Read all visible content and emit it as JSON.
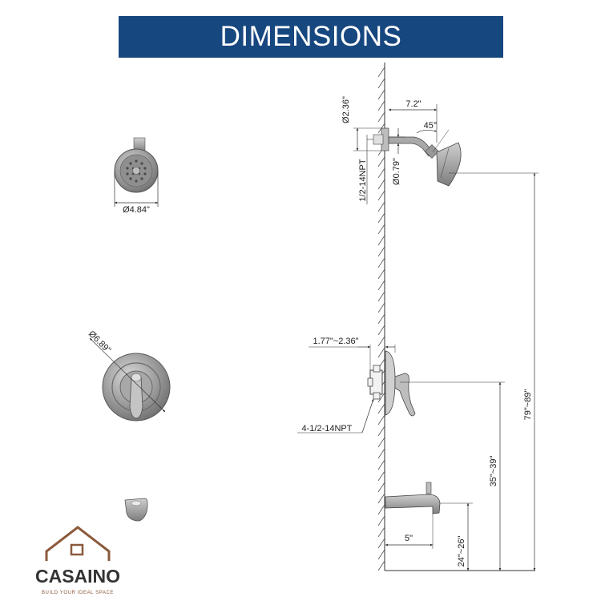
{
  "banner": {
    "title": "DIMENSIONS",
    "background": "#17477f",
    "text_color": "#ffffff"
  },
  "dimensions": {
    "head_diameter": "Ø4.84\"",
    "plate_diameter": "Ø6.89\"",
    "flange_diameter": "Ø2.36\"",
    "pipe_thread": "1/2-14NPT",
    "arm_diameter": "Ø0.79\"",
    "arm_length": "7.2\"",
    "arm_angle": "45°",
    "valve_depth": "1.77\"~2.36\"",
    "valve_thread": "4-1/2-14NPT",
    "head_height": "79\"~89\"",
    "valve_height": "35\"~39\"",
    "spout_height": "24\"~26\"",
    "spout_length": "5\""
  },
  "icons": [
    "shower-head-icon",
    "valve-trim-plate-icon",
    "tub-spout-icon",
    "house-logo-icon"
  ],
  "logo": {
    "brand": "CASAINO",
    "tagline": "BUILD YOUR IDEAL SPACE",
    "brand_color": "#333333",
    "accent_color": "#8a5a3c"
  },
  "colors": {
    "line": "#333333",
    "metal": "#8c8c8c",
    "wall_hatch": "#555555"
  }
}
